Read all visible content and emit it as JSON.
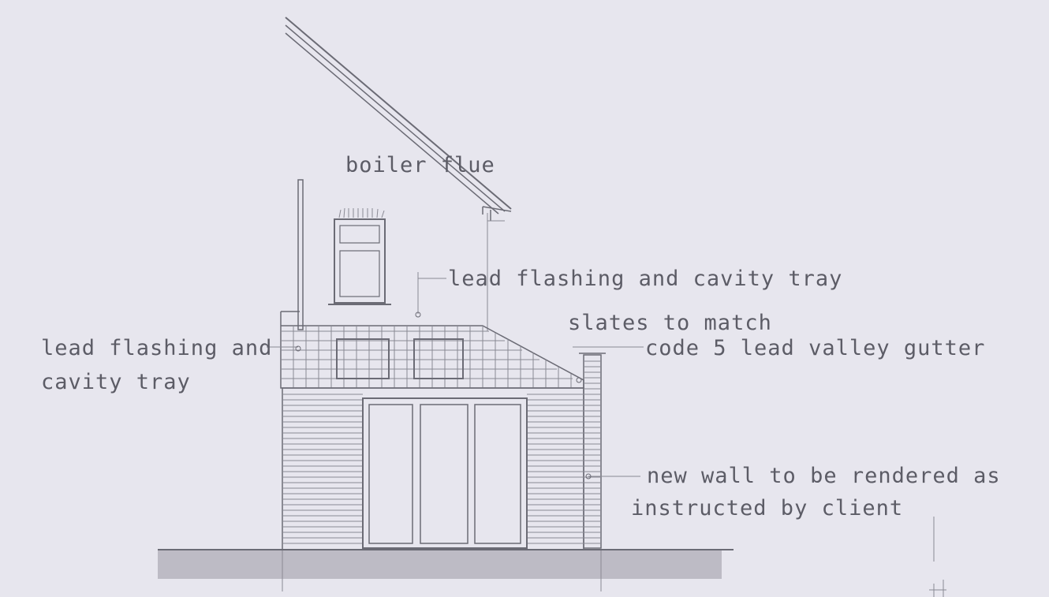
{
  "labels": {
    "boiler_flue": "boiler flue",
    "lead_flashing_upper": "lead flashing and cavity tray",
    "lead_flashing_left_line1": "lead flashing and",
    "lead_flashing_left_line2": "cavity tray",
    "slates": "slates to match",
    "valley_gutter": "code 5 lead valley gutter",
    "new_wall_line1": "new wall to be rendered as",
    "new_wall_line2": "instructed by client"
  },
  "colors": {
    "paper": "#e7e6ee",
    "ink": "#5c5c66",
    "ground": "#aeacb6"
  }
}
